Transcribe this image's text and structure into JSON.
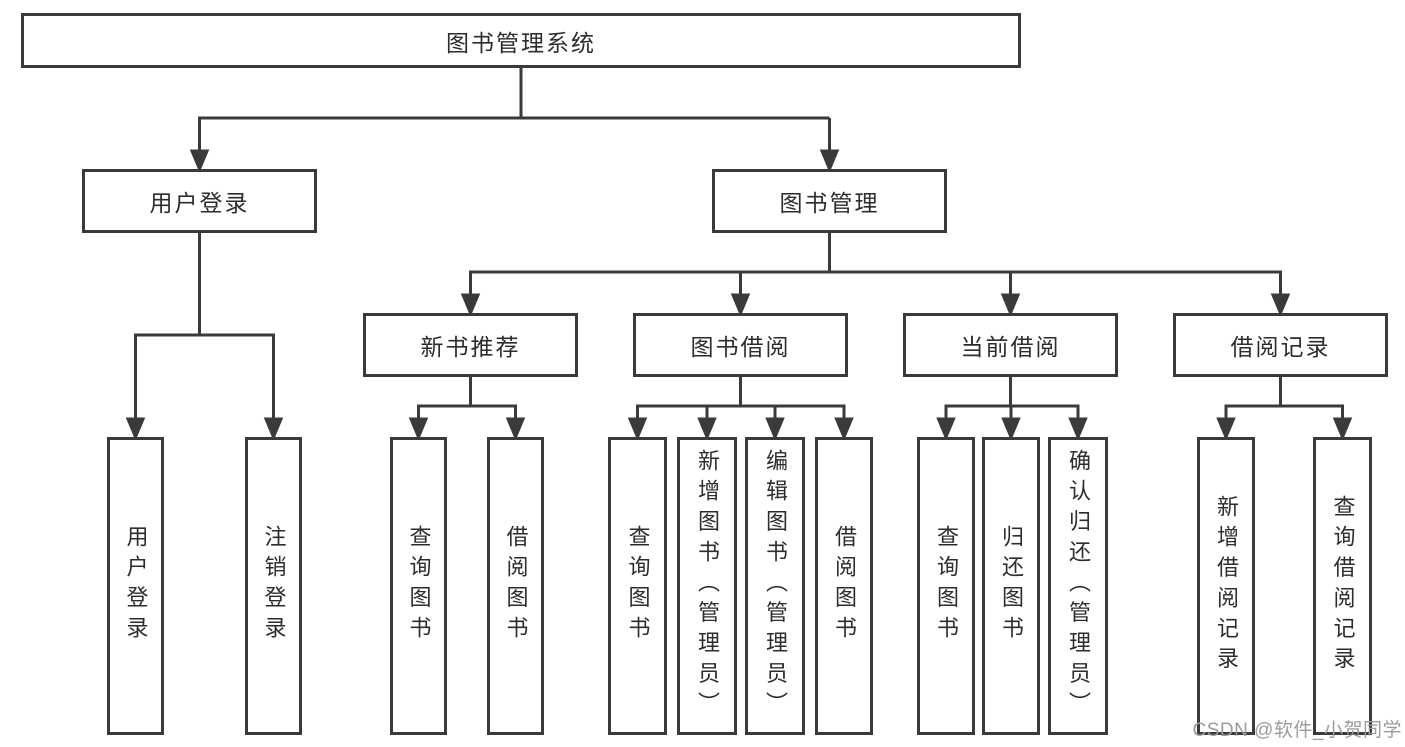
{
  "colors": {
    "line": "#3a3a3a",
    "text": "#2d2d2d",
    "background": "#ffffff",
    "watermark_text_color": "#9c9c9c"
  },
  "tree": {
    "root": {
      "label": "图书管理系统"
    },
    "branches": [
      {
        "label": "用户登录",
        "children": [
          "用户登录",
          "注销登录"
        ]
      },
      {
        "label": "图书管理",
        "children": [
          {
            "label": "新书推荐",
            "children": [
              "查询图书",
              "借阅图书"
            ]
          },
          {
            "label": "图书借阅",
            "children": [
              "查询图书",
              "新增图书（管理员）",
              "编辑图书（管理员）",
              "借阅图书"
            ]
          },
          {
            "label": "当前借阅",
            "children": [
              "查询图书",
              "归还图书",
              "确认归还（管理员）"
            ]
          },
          {
            "label": "借阅记录",
            "children": [
              "新增借阅记录",
              "查询借阅记录"
            ]
          }
        ]
      }
    ]
  },
  "watermark": {
    "text": "CSDN @软件_小贺同学"
  }
}
